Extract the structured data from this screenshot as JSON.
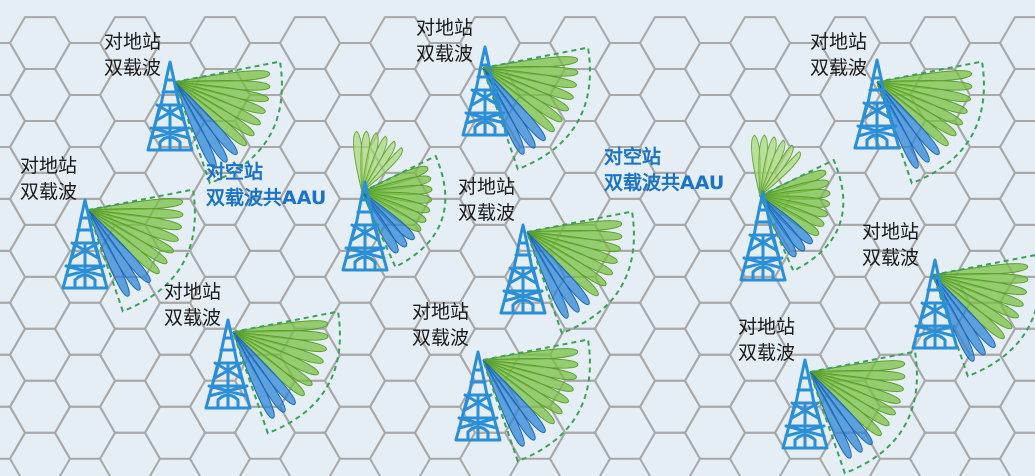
{
  "colors": {
    "background": "#e5eef5",
    "hex_stroke": "#a8a8a8",
    "tower": "#2b8fd8",
    "beam_green": "#7ac043",
    "beam_green_light": "#a8d878",
    "beam_blue": "#2f86d6",
    "dashed_green": "#3aa15a",
    "dashed_blue": "#2a6fc0",
    "air_label": "#1a73c6"
  },
  "legend_icons": [
    "tower-icon",
    "beam-fan-icon"
  ],
  "stations": [
    {
      "kind": "ground",
      "line1": "对地站",
      "line2": "双载波"
    },
    {
      "kind": "ground",
      "line1": "对地站",
      "line2": "双载波"
    },
    {
      "kind": "ground",
      "line1": "对地站",
      "line2": "双载波"
    },
    {
      "kind": "ground",
      "line1": "对地站",
      "line2": "双载波"
    },
    {
      "kind": "ground",
      "line1": "对地站",
      "line2": "双载波"
    },
    {
      "kind": "ground",
      "line1": "对地站",
      "line2": "双载波"
    },
    {
      "kind": "ground",
      "line1": "对地站",
      "line2": "双载波"
    },
    {
      "kind": "ground",
      "line1": "对地站",
      "line2": "双载波"
    },
    {
      "kind": "ground",
      "line1": "对地站",
      "line2": "双载波"
    },
    {
      "kind": "air",
      "line1": "对空站",
      "line2": "双载波共AAU"
    },
    {
      "kind": "air",
      "line1": "对空站",
      "line2": "双载波共AAU"
    }
  ]
}
